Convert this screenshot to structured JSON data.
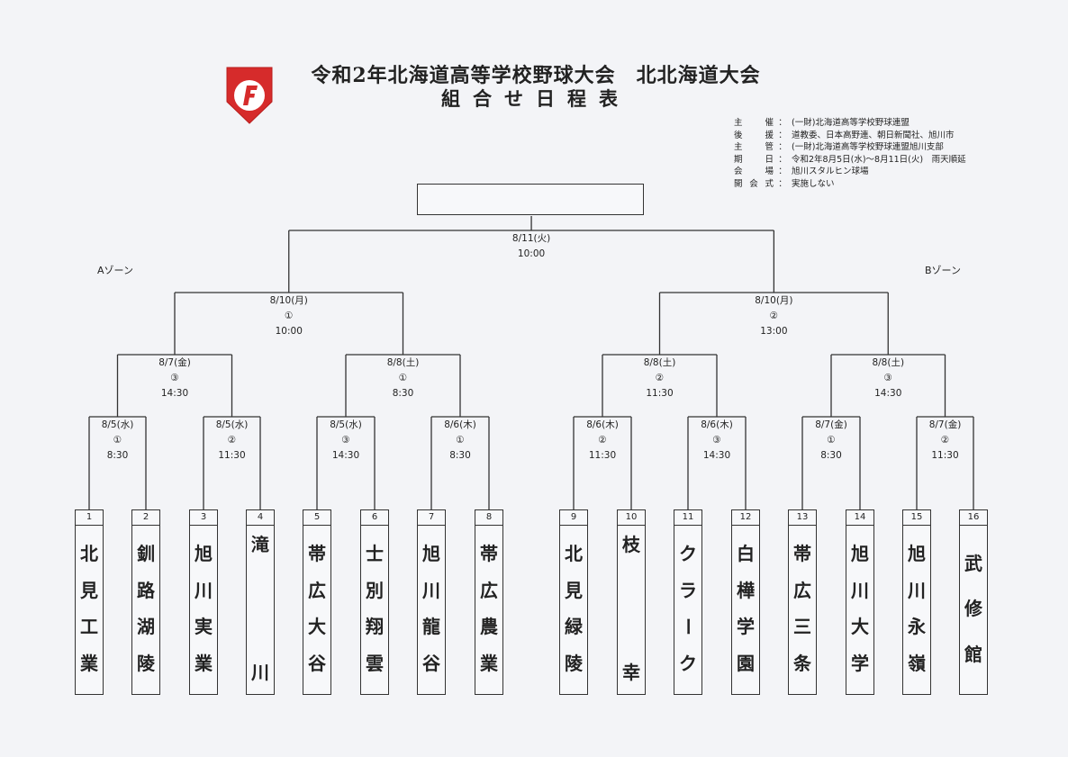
{
  "header": {
    "title_line1": "令和2年北海道高等学校野球大会　北北海道大会",
    "title_line2": "組合せ日程表",
    "logo_icon": "fighters-f-logo",
    "info": [
      {
        "label": "主催",
        "value": "(一財)北海道高等学校野球連盟"
      },
      {
        "label": "後援",
        "value": "道教委、日本高野連、朝日新聞社、旭川市"
      },
      {
        "label": "主管",
        "value": "(一財)北海道高等学校野球連盟旭川支部"
      },
      {
        "label": "期日",
        "value": "令和2年8月5日(水)〜8月11日(火)　雨天順延"
      },
      {
        "label": "会場",
        "value": "旭川スタルヒン球場"
      },
      {
        "label": "開会式",
        "value": "実施しない"
      }
    ],
    "sep": "："
  },
  "zones": {
    "a": "Aゾーン",
    "b": "Bゾーン"
  },
  "final": {
    "date": "8/11(火)",
    "game": "",
    "time": "10:00"
  },
  "semis": [
    {
      "date": "8/10(月)",
      "game": "①",
      "time": "10:00"
    },
    {
      "date": "8/10(月)",
      "game": "②",
      "time": "13:00"
    }
  ],
  "quarters": [
    {
      "date": "8/7(金)",
      "game": "③",
      "time": "14:30"
    },
    {
      "date": "8/8(土)",
      "game": "①",
      "time": "8:30"
    },
    {
      "date": "8/8(土)",
      "game": "②",
      "time": "11:30"
    },
    {
      "date": "8/8(土)",
      "game": "③",
      "time": "14:30"
    }
  ],
  "round1": [
    {
      "date": "8/5(水)",
      "game": "①",
      "time": "8:30"
    },
    {
      "date": "8/5(水)",
      "game": "②",
      "time": "11:30"
    },
    {
      "date": "8/5(水)",
      "game": "③",
      "time": "14:30"
    },
    {
      "date": "8/6(木)",
      "game": "①",
      "time": "8:30"
    },
    {
      "date": "8/6(木)",
      "game": "②",
      "time": "11:30"
    },
    {
      "date": "8/6(木)",
      "game": "③",
      "time": "14:30"
    },
    {
      "date": "8/7(金)",
      "game": "①",
      "time": "8:30"
    },
    {
      "date": "8/7(金)",
      "game": "②",
      "time": "11:30"
    }
  ],
  "teams": [
    {
      "num": "1",
      "name": "北見工業"
    },
    {
      "num": "2",
      "name": "釧路湖陵"
    },
    {
      "num": "3",
      "name": "旭川実業"
    },
    {
      "num": "4",
      "name": "滝川"
    },
    {
      "num": "5",
      "name": "帯広大谷"
    },
    {
      "num": "6",
      "name": "士別翔雲"
    },
    {
      "num": "7",
      "name": "旭川龍谷"
    },
    {
      "num": "8",
      "name": "帯広農業"
    },
    {
      "num": "9",
      "name": "北見緑陵"
    },
    {
      "num": "10",
      "name": "枝幸"
    },
    {
      "num": "11",
      "name": "クラーク"
    },
    {
      "num": "12",
      "name": "白樺学園"
    },
    {
      "num": "13",
      "name": "帯広三条"
    },
    {
      "num": "14",
      "name": "旭川大学"
    },
    {
      "num": "15",
      "name": "旭川永嶺"
    },
    {
      "num": "16",
      "name": "武修館"
    }
  ]
}
